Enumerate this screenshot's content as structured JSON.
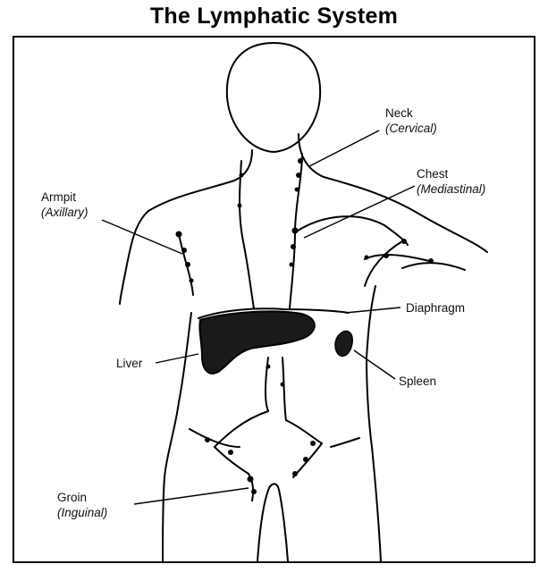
{
  "title": "The Lymphatic System",
  "labels": {
    "neck": {
      "name": "Neck",
      "term": "(Cervical)"
    },
    "chest": {
      "name": "Chest",
      "term": "(Mediastinal)"
    },
    "armpit": {
      "name": "Armpit",
      "term": "(Axillary)"
    },
    "diaphragm": {
      "name": "Diaphragm"
    },
    "liver": {
      "name": "Liver"
    },
    "spleen": {
      "name": "Spleen"
    },
    "groin": {
      "name": "Groin",
      "term": "(Inguinal)"
    }
  }
}
